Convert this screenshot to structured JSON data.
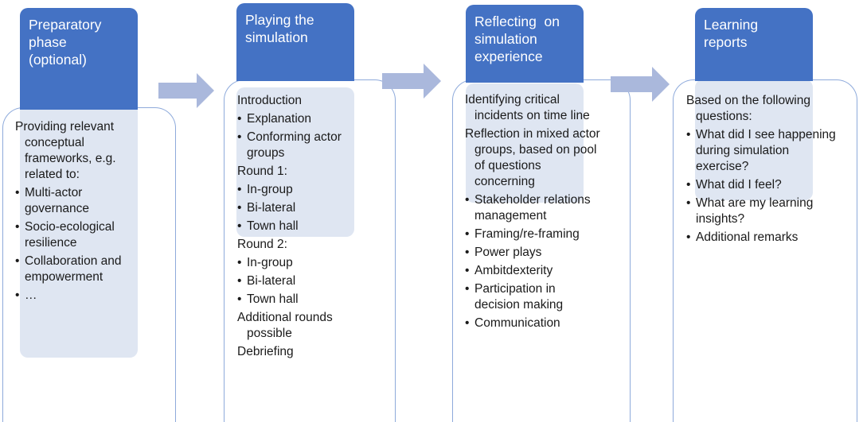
{
  "colors": {
    "header": "#4472c4",
    "shade": "#dfe6f2",
    "border": "#8eaadb",
    "arrow": "#aab8dc"
  },
  "stages": [
    {
      "title": [
        "Preparatory",
        "phase",
        "(optional)"
      ],
      "body": [
        {
          "t": "p",
          "lines": [
            "Providing relevant",
            "conceptual",
            "frameworks, e.g.",
            "related to:"
          ]
        },
        {
          "t": "b",
          "lines": [
            "Multi-actor",
            "governance"
          ]
        },
        {
          "t": "b",
          "lines": [
            "Socio-ecological",
            "resilience"
          ]
        },
        {
          "t": "b",
          "lines": [
            "Collaboration and",
            "empowerment"
          ]
        },
        {
          "t": "b",
          "lines": [
            "…"
          ]
        }
      ]
    },
    {
      "title": [
        "Playing the",
        "simulation"
      ],
      "body": [
        {
          "t": "p",
          "lines": [
            "Introduction"
          ]
        },
        {
          "t": "b",
          "lines": [
            "Explanation"
          ]
        },
        {
          "t": "b",
          "lines": [
            "Conforming actor",
            "groups"
          ]
        },
        {
          "t": "p",
          "lines": [
            "Round 1:"
          ]
        },
        {
          "t": "b",
          "lines": [
            "In-group"
          ]
        },
        {
          "t": "b",
          "lines": [
            "Bi-lateral"
          ]
        },
        {
          "t": "b",
          "lines": [
            "Town hall"
          ]
        },
        {
          "t": "p",
          "lines": [
            "Round 2:"
          ]
        },
        {
          "t": "b",
          "lines": [
            "In-group"
          ]
        },
        {
          "t": "b",
          "lines": [
            "Bi-lateral"
          ]
        },
        {
          "t": "b",
          "lines": [
            "Town hall"
          ]
        },
        {
          "t": "p",
          "lines": [
            "Additional rounds",
            "possible"
          ]
        },
        {
          "t": "p",
          "lines": [
            "Debriefing"
          ]
        }
      ]
    },
    {
      "title": [
        "Reflecting  on",
        "simulation",
        "experience"
      ],
      "body": [
        {
          "t": "p",
          "lines": [
            "Identifying critical",
            "incidents on time line"
          ]
        },
        {
          "t": "p",
          "lines": [
            "Reflection in mixed actor",
            "groups, based on pool",
            "of questions",
            "concerning"
          ]
        },
        {
          "t": "b",
          "lines": [
            "Stakeholder relations",
            "management"
          ]
        },
        {
          "t": "b",
          "lines": [
            "Framing/re-framing"
          ]
        },
        {
          "t": "b",
          "lines": [
            "Power plays"
          ]
        },
        {
          "t": "b",
          "lines": [
            "Ambitdexterity"
          ]
        },
        {
          "t": "b",
          "lines": [
            "Participation in",
            "decision making"
          ]
        },
        {
          "t": "b",
          "lines": [
            "Communication"
          ]
        }
      ]
    },
    {
      "title": [
        "Learning",
        "reports"
      ],
      "body": [
        {
          "t": "p",
          "lines": [
            "Based on the following",
            "questions:"
          ]
        },
        {
          "t": "b",
          "lines": [
            "What did I see happening",
            "during simulation",
            "exercise?"
          ]
        },
        {
          "t": "b",
          "lines": [
            "What did I feel?"
          ]
        },
        {
          "t": "b",
          "lines": [
            "What are my learning",
            "insights?"
          ]
        },
        {
          "t": "b",
          "lines": [
            "Additional remarks"
          ]
        }
      ]
    }
  ]
}
